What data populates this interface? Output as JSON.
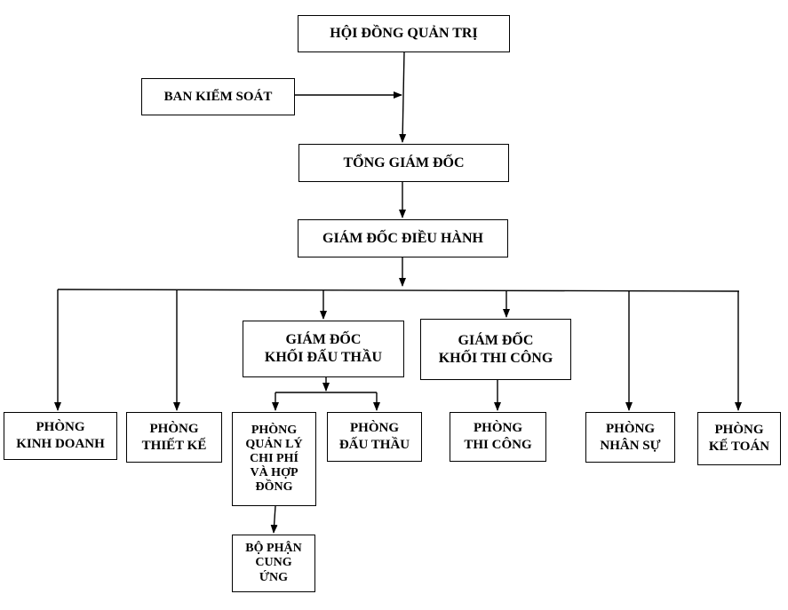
{
  "nodes": {
    "hdqt": "HỘI ĐỒNG QUẢN TRỊ",
    "bks": "BAN KIỂM SOÁT",
    "tgd": "TỔNG GIÁM ĐỐC",
    "gddh": "GIÁM ĐỐC ĐIỀU HÀNH",
    "gd_dauthau": "GIÁM ĐỐC\nKHỐI ĐẤU THẦU",
    "gd_thicong": "GIÁM ĐỐC\nKHỐI THI CÔNG",
    "p_kinhdoanh": "PHÒNG\nKINH DOANH",
    "p_thietke": "PHÒNG\nTHIẾT KẾ",
    "p_qlcp": "PHÒNG\nQUẢN LÝ\nCHI PHÍ\nVÀ HỢP\nĐỒNG",
    "p_dauthau": "PHÒNG\nĐẤU THẦU",
    "p_thicong": "PHÒNG\nTHI CÔNG",
    "p_nhansu": "PHÒNG\nNHÂN SỰ",
    "p_ketoan": "PHÒNG\nKẾ TOÁN",
    "bp_cungung": "BỘ PHẬN\nCUNG\nỨNG"
  }
}
